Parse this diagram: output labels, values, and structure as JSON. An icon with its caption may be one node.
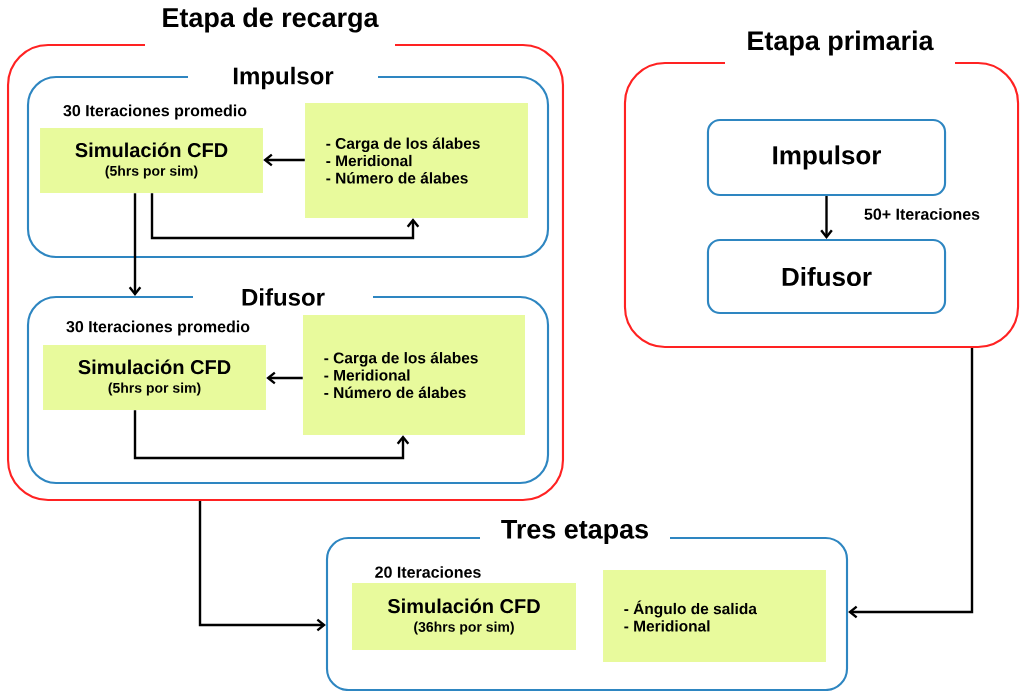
{
  "diagram": {
    "nodes": [
      {
        "text": [
          "Etapa de recarga"
        ]
      },
      {
        "text": [
          "Impulsor"
        ],
        "in": 0
      },
      {
        "text": [
          "Simulación CFD",
          "(5hrs por sim)"
        ],
        "in": 1,
        "beside": [
          "30 Iteraciones promedio"
        ]
      },
      {
        "text": [
          "- Carga de los álabes",
          "- Meridional",
          "- Número de álabes"
        ],
        "in": 1
      },
      {
        "text": [
          "Difusor"
        ],
        "in": 0
      },
      {
        "text": [
          "Simulación CFD",
          "(5hrs por sim)"
        ],
        "in": 4,
        "beside": [
          "30 Iteraciones promedio"
        ]
      },
      {
        "text": [
          "- Carga de los álabes",
          "- Meridional",
          "- Número de álabes"
        ],
        "in": 4
      },
      {
        "text": [
          "Etapa primaria"
        ]
      },
      {
        "text": [
          "Impulsor"
        ],
        "in": 7
      },
      {
        "text": [
          "Difusor"
        ],
        "in": 7
      },
      {
        "text": [
          "Tres etapas"
        ]
      },
      {
        "text": [
          "Simulación CFD",
          "(36hrs por sim)"
        ],
        "in": 10,
        "beside": [
          "20 Iteraciones"
        ]
      },
      {
        "text": [
          "- Ángulo de salida",
          "- Meridional"
        ],
        "in": 10
      }
    ],
    "edges": [
      {
        "from": 3,
        "to": 2,
        "arrow": "to"
      },
      {
        "from": 2,
        "to": 3,
        "arrow": "to"
      },
      {
        "from": 2,
        "to": 4,
        "arrow": "to"
      },
      {
        "from": 6,
        "to": 5,
        "arrow": "to"
      },
      {
        "from": 5,
        "to": 6,
        "arrow": "to"
      },
      {
        "from": 8,
        "to": 9,
        "arrow": "to",
        "label": "50+ Iteraciones"
      },
      {
        "from": 0,
        "to": 10,
        "arrow": "to"
      },
      {
        "from": 7,
        "to": 10,
        "arrow": "to"
      }
    ]
  }
}
